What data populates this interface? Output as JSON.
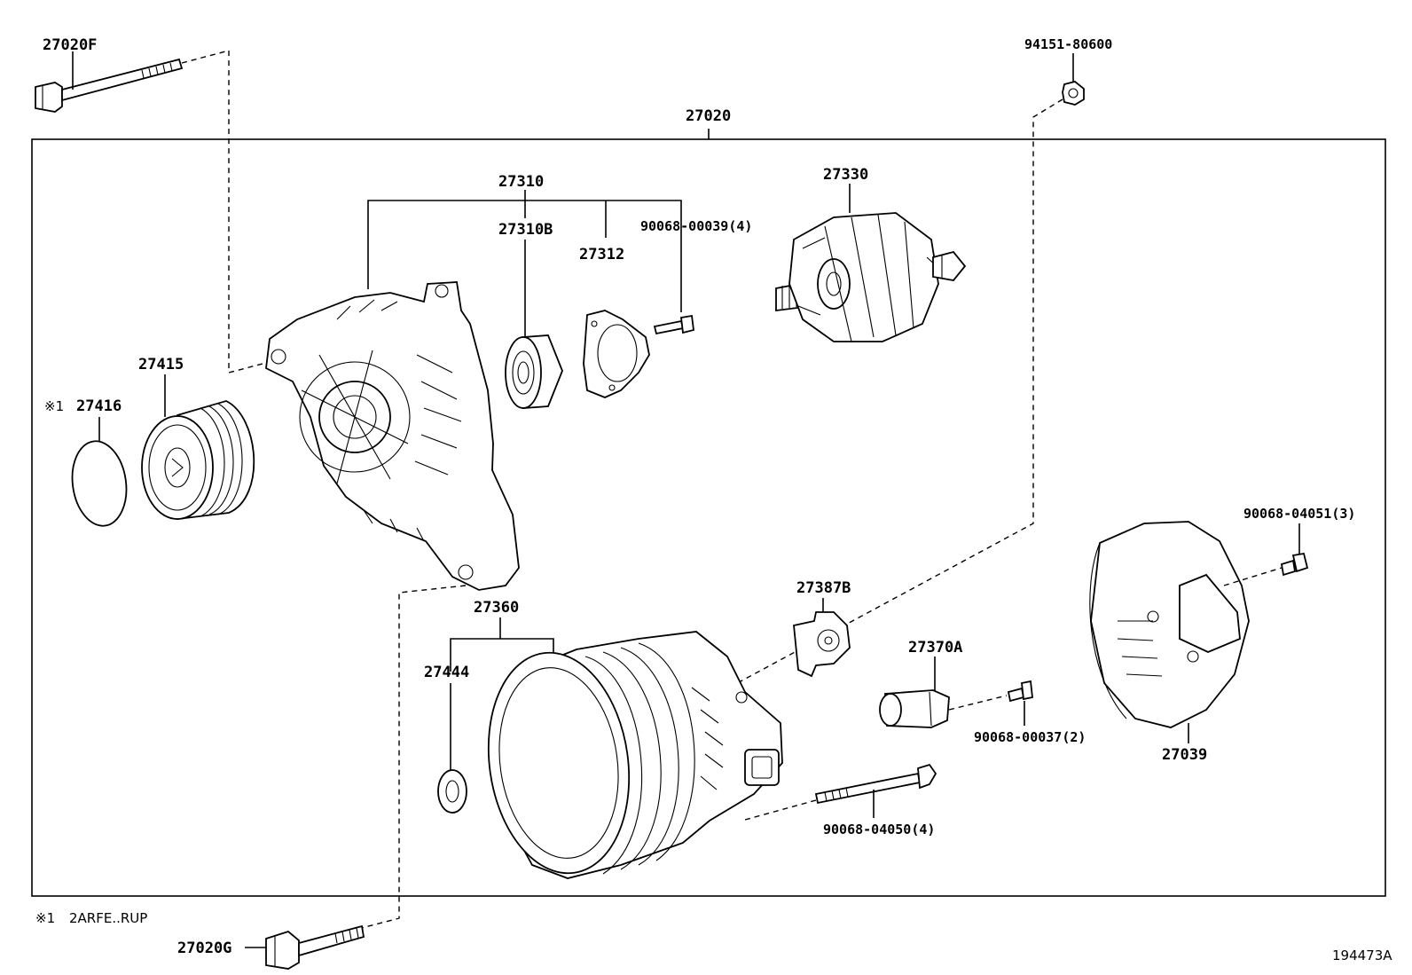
{
  "callouts": {
    "assembly": "27020",
    "bolt_top": "27020F",
    "bolt_bottom": "27020G",
    "nut": "94151-80600",
    "drive_frame": "27310",
    "bearing": "27310B",
    "retainer": "27312",
    "retainer_screw": "90068-00039(4)",
    "rotor": "27330",
    "pulley": "27415",
    "pulley_cap_mark": "※1",
    "pulley_cap": "27416",
    "rectifier_end_frame": "27360",
    "end_frame_insulator": "27444",
    "terminal_insulator": "27387B",
    "brush_holder": "27370A",
    "brush_holder_screw": "90068-00037(2)",
    "rear_cover_nut": "90068-04051(3)",
    "rear_cover": "27039",
    "through_bolt": "90068-04050(4)"
  },
  "footnote": {
    "mark": "※1",
    "text": "2ARFE..RUP"
  },
  "figure_id": "194473A"
}
